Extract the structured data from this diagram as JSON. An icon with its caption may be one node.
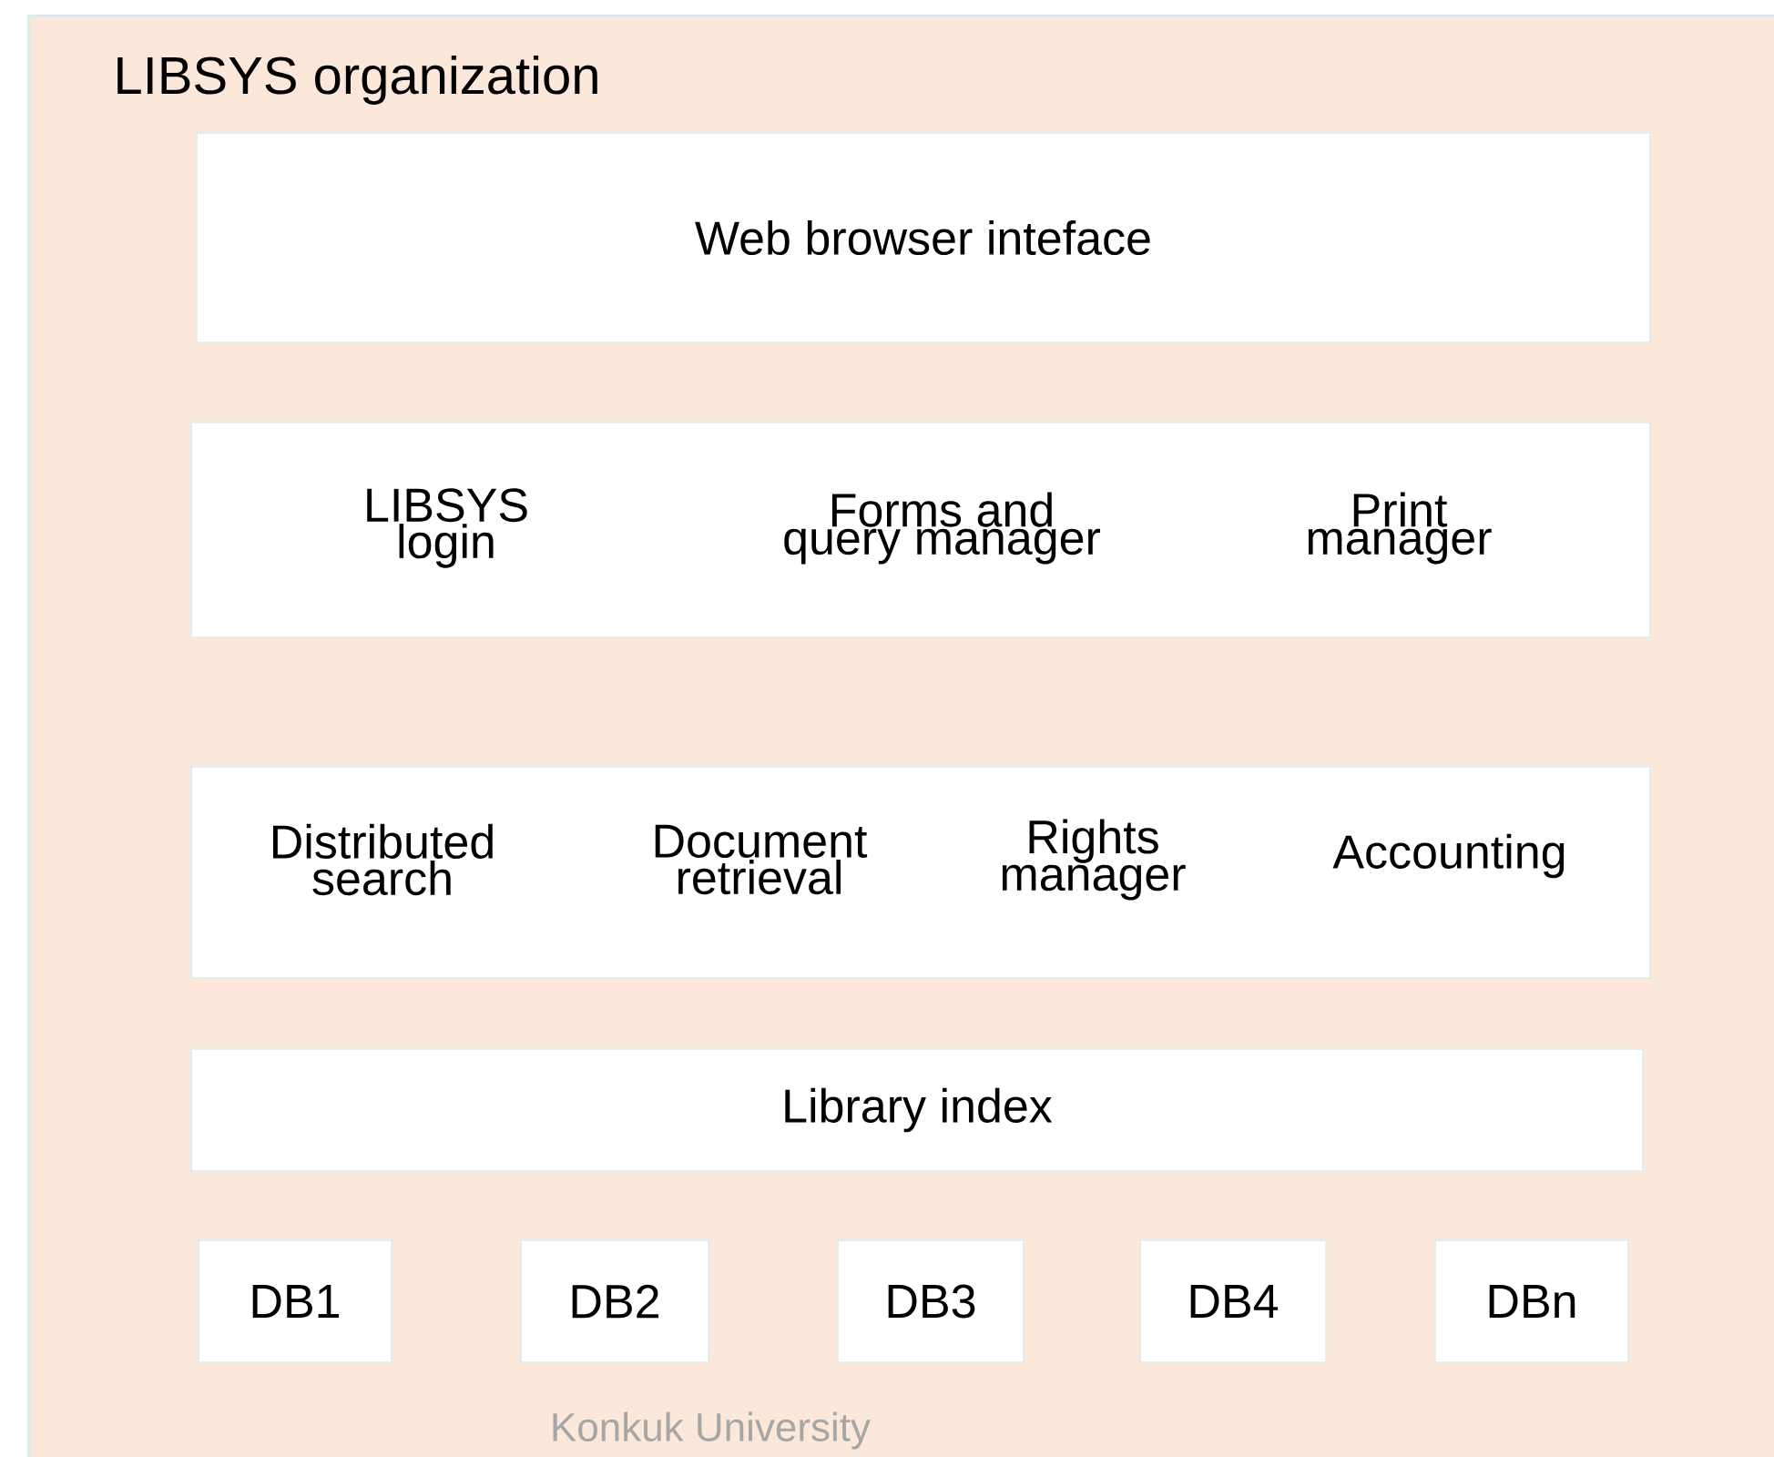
{
  "diagram": {
    "nodes": [
      {
        "text": [
          "LIBSYS organization"
        ]
      },
      {
        "text": [
          "Web browser inteface"
        ],
        "in": 0
      },
      {
        "text": [
          "LIBSYS login",
          "Forms and query manager",
          "Print manager"
        ],
        "in": 0
      },
      {
        "text": [
          "Distributed search",
          "Document retrieval",
          "Rights manager",
          "Accounting"
        ],
        "in": 0
      },
      {
        "text": [
          "Library index"
        ],
        "in": 0
      },
      {
        "text": [
          "DB1"
        ],
        "in": 0
      },
      {
        "text": [
          "DB2"
        ],
        "in": 0
      },
      {
        "text": [
          "DB3"
        ],
        "in": 0
      },
      {
        "text": [
          "DB4"
        ],
        "in": 0
      },
      {
        "text": [
          "DBn"
        ],
        "in": 0
      }
    ],
    "edges": [],
    "labels": [
      "Konkuk University"
    ]
  }
}
